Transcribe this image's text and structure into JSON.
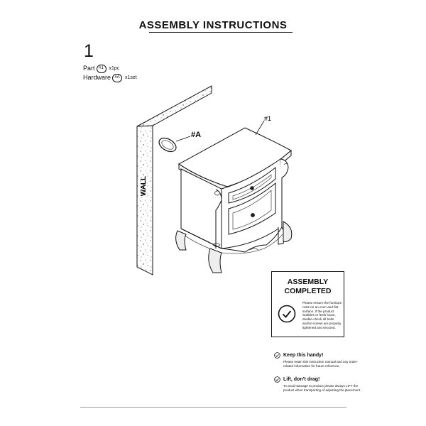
{
  "header": {
    "title": "ASSEMBLY  INSTRUCTIONS"
  },
  "step": {
    "number": "1"
  },
  "parts": {
    "part_label": "Part",
    "part_id": "#1",
    "part_qty": "x1pc",
    "hardware_label": "Hardware",
    "hardware_id": "#A",
    "hardware_qty": "x1set"
  },
  "diagram": {
    "wall_label": "WALL",
    "hardware_callout": "#A",
    "part_callout": "#1"
  },
  "completed": {
    "title_line1": "ASSEMBLY",
    "title_line2": "COMPLETED",
    "note": "Please ensure the furniture rests on an even and flat surface. If the product wobbles or feels loose, double-check all bolts and/or screws are properly tightened and secured."
  },
  "tips": [
    {
      "title": "Keep this handy!",
      "body": "Please retain this instruction manual and any order-related information for future reference."
    },
    {
      "title": "Lift, don’t drag!",
      "body": "To avoid damage to product please always LIFT the product when transporting of adjusting the placement."
    }
  ]
}
